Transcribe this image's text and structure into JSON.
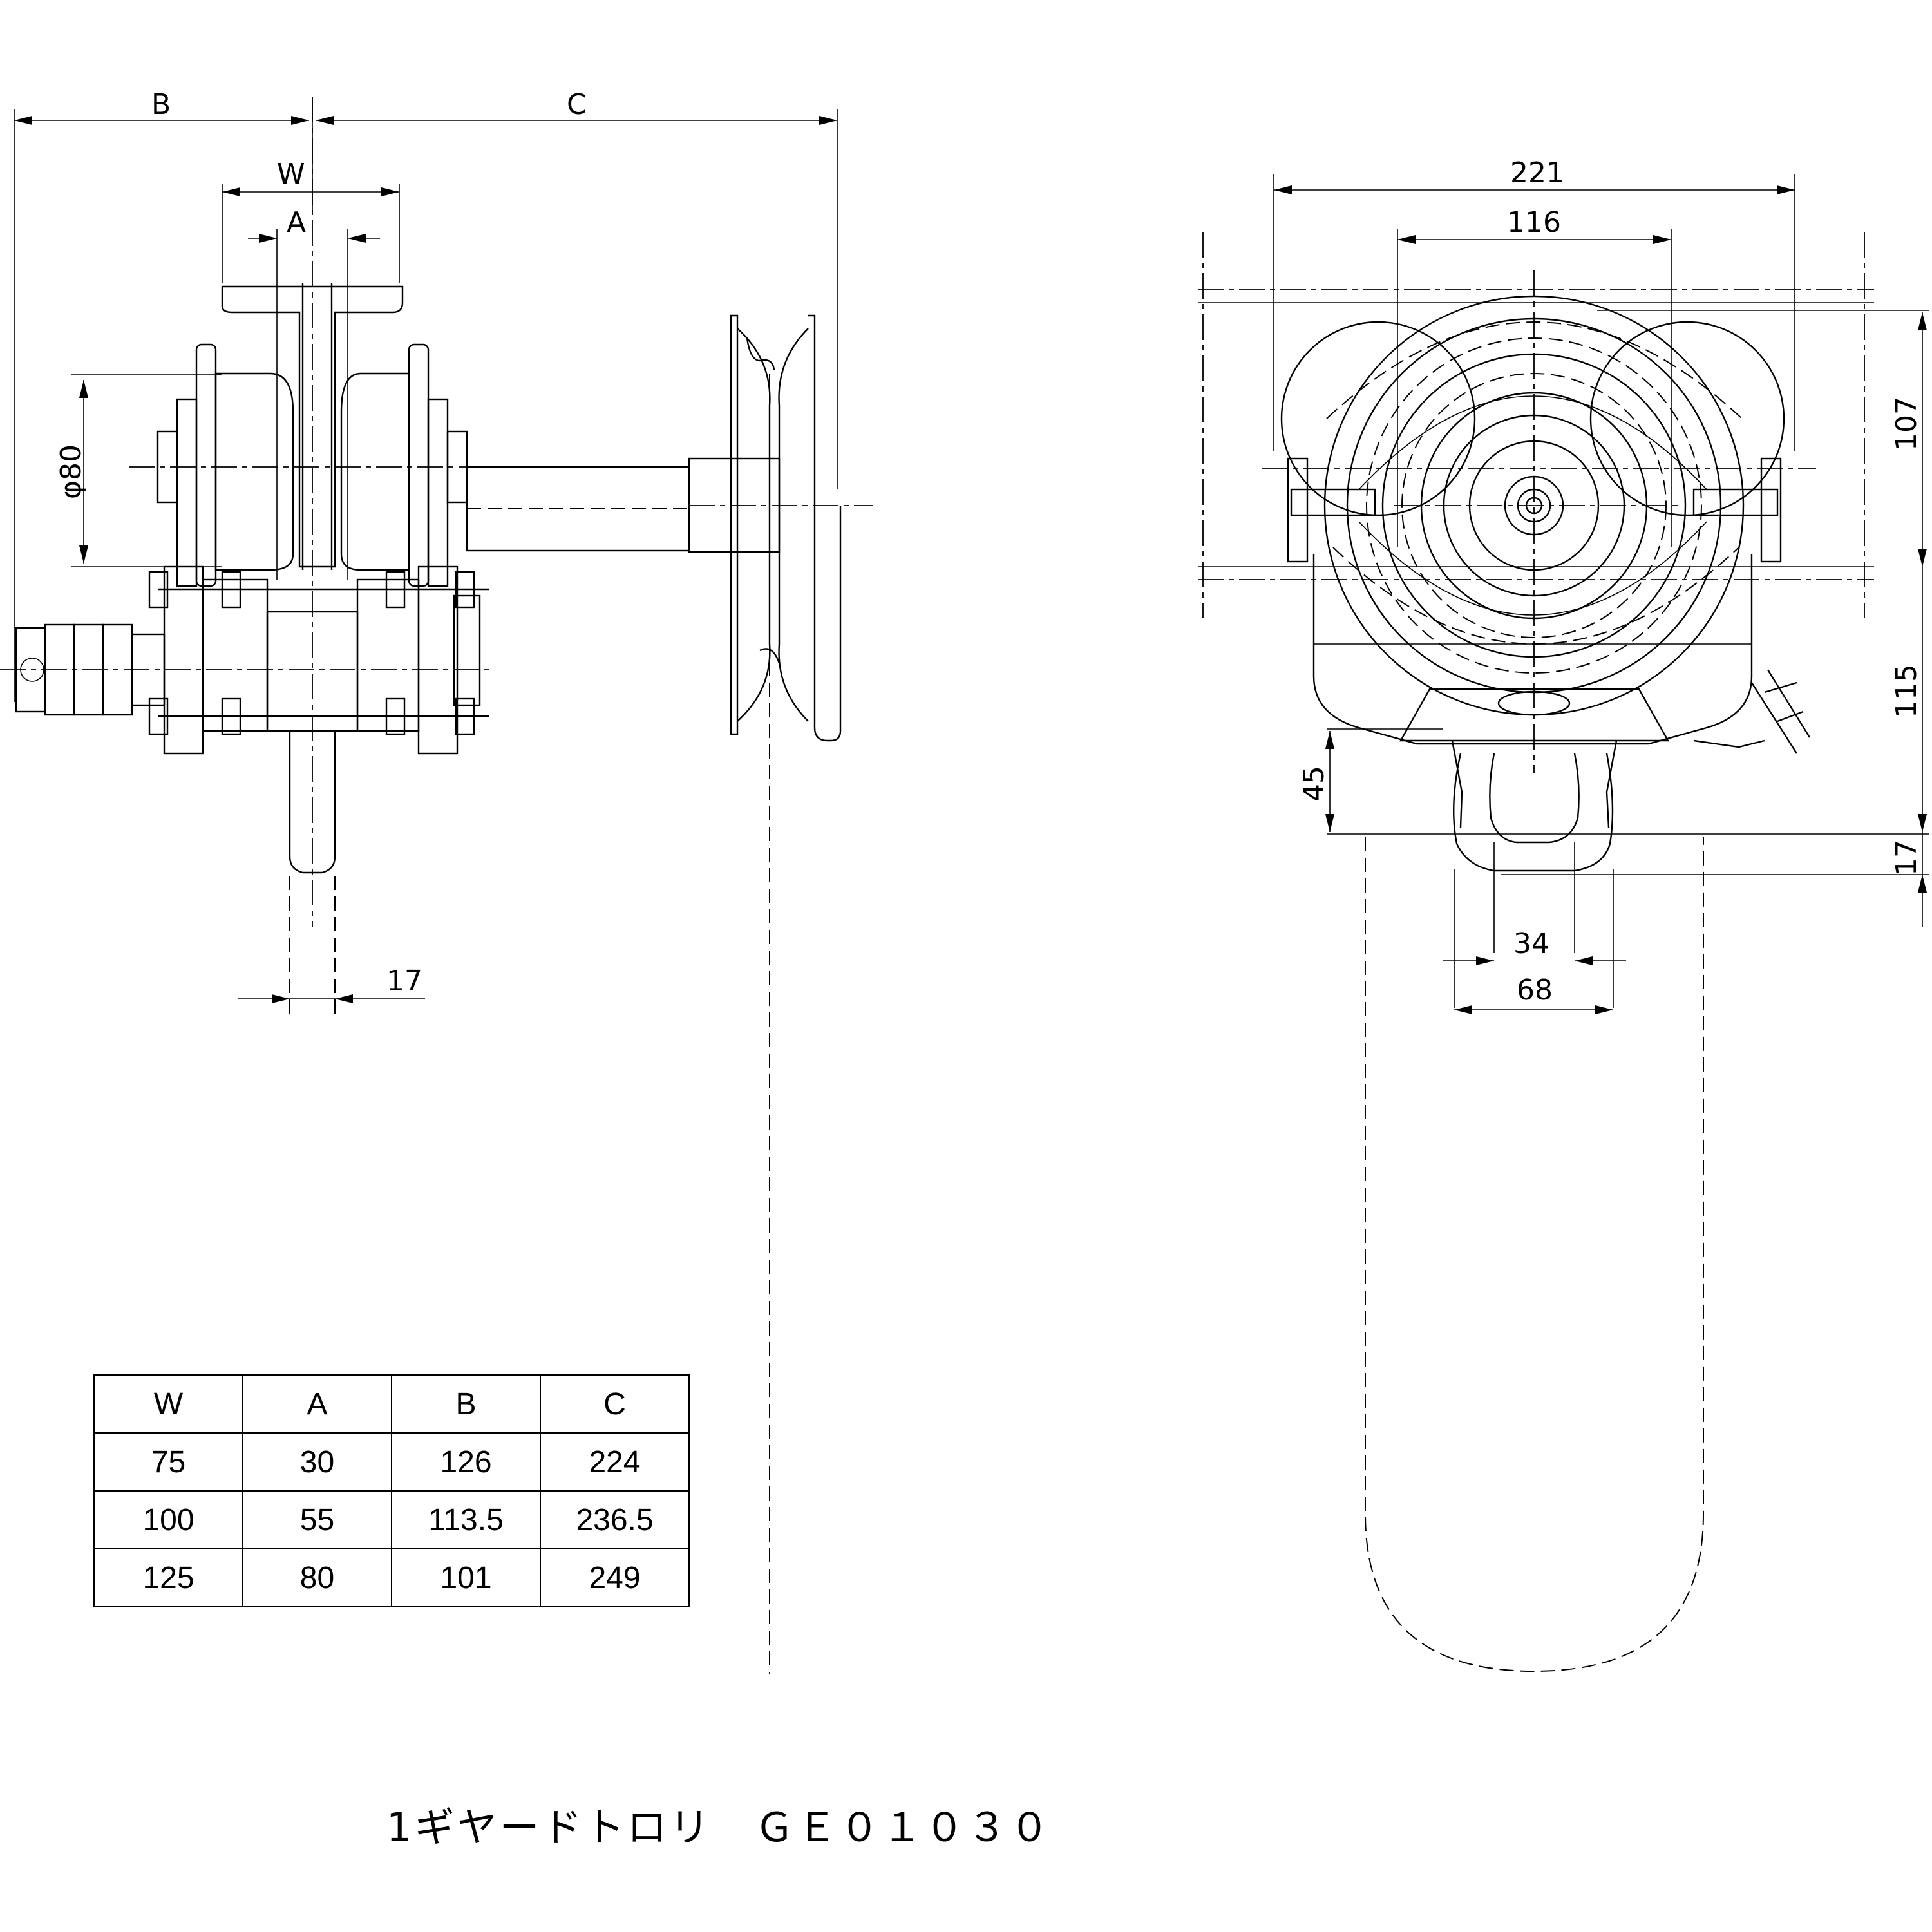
{
  "dimensions": {
    "left_view": {
      "B": "B",
      "C": "C",
      "W": "W",
      "A": "A",
      "wheel_dia": "φ80",
      "chain_width": "17"
    },
    "right_view": {
      "overall_width": "221",
      "wheel_span": "116",
      "height_upper": "107",
      "height_lower": "115",
      "hook_opening": "45",
      "hook_thickness": "17",
      "hook_inner": "34",
      "hook_outer": "68"
    }
  },
  "table": {
    "headers": [
      "W",
      "A",
      "B",
      "C"
    ],
    "rows": [
      [
        "75",
        "30",
        "126",
        "224"
      ],
      [
        "100",
        "55",
        "113.5",
        "236.5"
      ],
      [
        "125",
        "80",
        "101",
        "249"
      ]
    ]
  },
  "caption": "1ギヤードトロリ　ＧＥ０１０３０"
}
